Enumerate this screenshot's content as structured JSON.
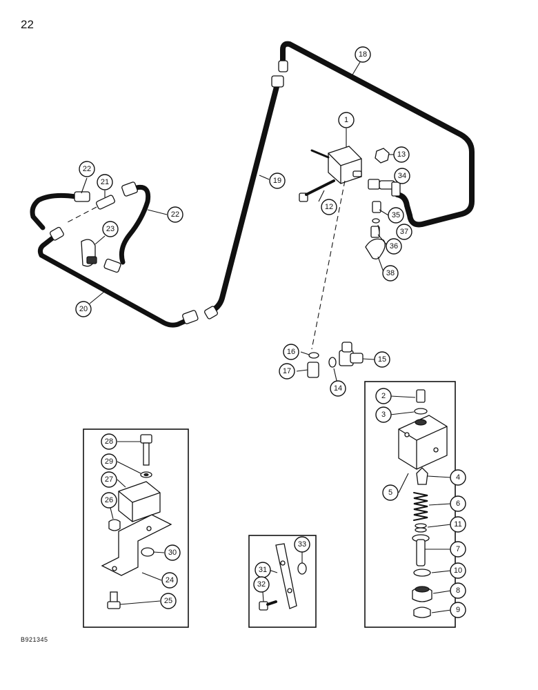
{
  "page": {
    "number": "22",
    "figure_code": "B921345"
  },
  "callouts": [
    "1",
    "2",
    "3",
    "4",
    "5",
    "6",
    "7",
    "8",
    "9",
    "10",
    "11",
    "12",
    "13",
    "14",
    "15",
    "16",
    "17",
    "18",
    "19",
    "20",
    "21",
    "22",
    "22",
    "23",
    "24",
    "25",
    "26",
    "27",
    "28",
    "29",
    "30",
    "31",
    "32",
    "33",
    "34",
    "35",
    "36",
    "37",
    "38"
  ]
}
